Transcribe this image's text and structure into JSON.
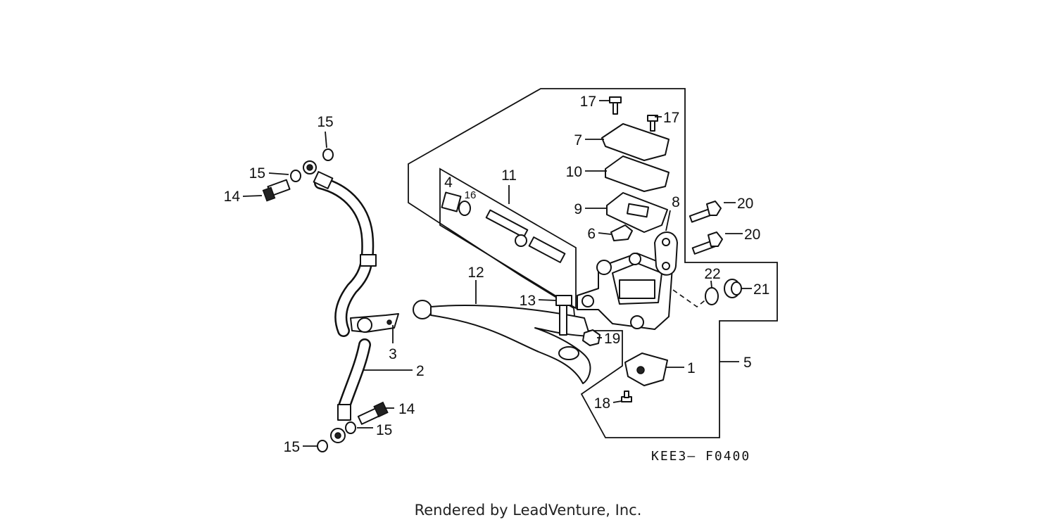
{
  "diagram_code": "KEE3— F0400",
  "credit": "Rendered by LeadVenture, Inc.",
  "callouts": {
    "c1": "1",
    "c2": "2",
    "c3": "3",
    "c4": "4",
    "c5": "5",
    "c6": "6",
    "c7": "7",
    "c8": "8",
    "c9": "9",
    "c10": "10",
    "c11": "11",
    "c12": "12",
    "c13": "13",
    "c14a": "14",
    "c14b": "14",
    "c15a": "15",
    "c15b": "15",
    "c15c": "15",
    "c15d": "15",
    "c16": "16",
    "c17a": "17",
    "c17b": "17",
    "c18": "18",
    "c19": "19",
    "c20a": "20",
    "c20b": "20",
    "c21": "21",
    "c22": "22"
  }
}
